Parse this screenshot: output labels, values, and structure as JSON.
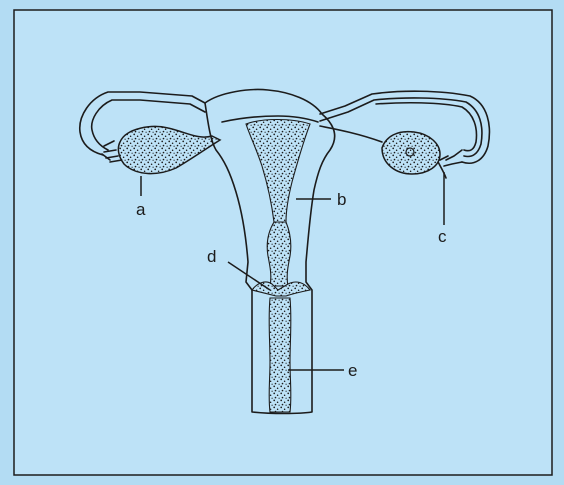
{
  "labels": {
    "a": "a",
    "b": "b",
    "c": "c",
    "d": "d",
    "e": "e"
  },
  "colors": {
    "background": "#b3dcf3",
    "frame_fill": "#bde2f7",
    "ink": "#1c1c1c"
  }
}
